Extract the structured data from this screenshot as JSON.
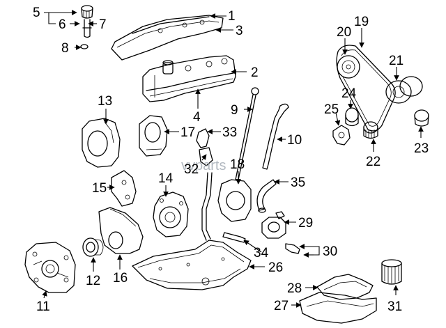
{
  "diagram": {
    "watermark": "vvparts",
    "callouts": [
      {
        "id": "1",
        "label": "1"
      },
      {
        "id": "2",
        "label": "2"
      },
      {
        "id": "3",
        "label": "3"
      },
      {
        "id": "4",
        "label": "4"
      },
      {
        "id": "5",
        "label": "5"
      },
      {
        "id": "6",
        "label": "6"
      },
      {
        "id": "7",
        "label": "7"
      },
      {
        "id": "8",
        "label": "8"
      },
      {
        "id": "9",
        "label": "9"
      },
      {
        "id": "10",
        "label": "10"
      },
      {
        "id": "11",
        "label": "11"
      },
      {
        "id": "12",
        "label": "12"
      },
      {
        "id": "13",
        "label": "13"
      },
      {
        "id": "14",
        "label": "14"
      },
      {
        "id": "15",
        "label": "15"
      },
      {
        "id": "16",
        "label": "16"
      },
      {
        "id": "17",
        "label": "17"
      },
      {
        "id": "18",
        "label": "18"
      },
      {
        "id": "19",
        "label": "19"
      },
      {
        "id": "20",
        "label": "20"
      },
      {
        "id": "21",
        "label": "21"
      },
      {
        "id": "22",
        "label": "22"
      },
      {
        "id": "23",
        "label": "23"
      },
      {
        "id": "24",
        "label": "24"
      },
      {
        "id": "25",
        "label": "25"
      },
      {
        "id": "26",
        "label": "26"
      },
      {
        "id": "27",
        "label": "27"
      },
      {
        "id": "28",
        "label": "28"
      },
      {
        "id": "29",
        "label": "29"
      },
      {
        "id": "30",
        "label": "30"
      },
      {
        "id": "31",
        "label": "31"
      },
      {
        "id": "32",
        "label": "32"
      },
      {
        "id": "33",
        "label": "33"
      },
      {
        "id": "34",
        "label": "34"
      },
      {
        "id": "35",
        "label": "35"
      }
    ]
  }
}
